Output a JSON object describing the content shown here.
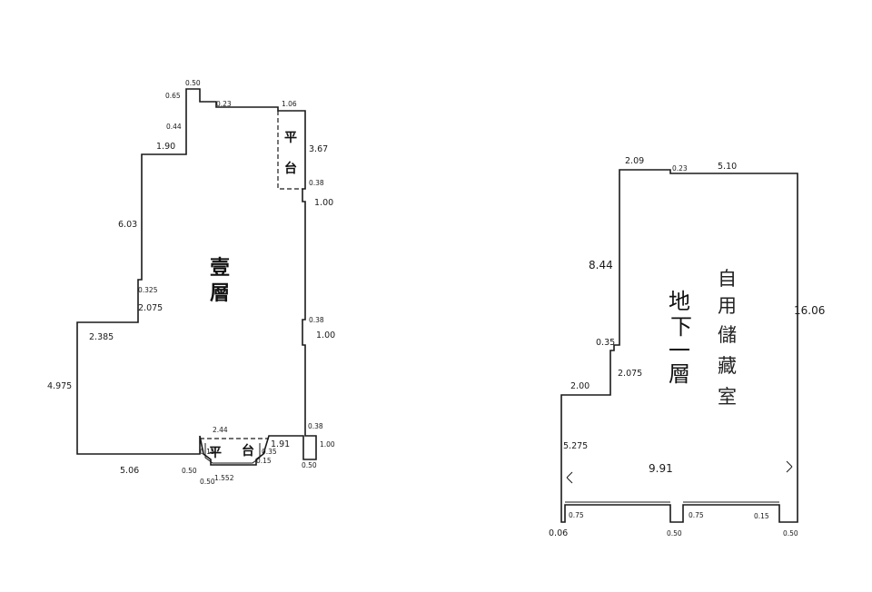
{
  "floor1": {
    "room_label": [
      "壹",
      "層"
    ],
    "platform_top": [
      "平",
      "台"
    ],
    "platform_bottom": [
      "平",
      "台"
    ],
    "dims": {
      "d050_top": "0.50",
      "d065": "0.65",
      "d023": "0.23",
      "d106": "1.06",
      "d044": "0.44",
      "d190": "1.90",
      "d367": "3.67",
      "d038_a": "0.38",
      "d100_a": "1.00",
      "d603": "6.03",
      "d0325": "0.325",
      "d2075": "2.075",
      "d038_b": "0.38",
      "d2385": "2.385",
      "d100_b": "1.00",
      "d4975": "4.975",
      "d038_c": "0.38",
      "d244": "2.44",
      "d015_a": "0.15",
      "d035": "0.35",
      "d191": "1.91",
      "d015_b": "0.15",
      "d100_c": "1.00",
      "d506": "5.06",
      "d050_bl": "0.50",
      "d050_bl2": "0.50",
      "d1552": "1.552",
      "d050_br": "0.50"
    }
  },
  "basement": {
    "room_label": [
      "地",
      "下",
      "一",
      "層"
    ],
    "sub_label": [
      "自",
      "用",
      "儲",
      "藏",
      "室"
    ],
    "dims": {
      "d209": "2.09",
      "d023": "0.23",
      "d510": "5.10",
      "d844": "8.44",
      "d1606": "16.06",
      "d035": "0.35",
      "d2075": "2.075",
      "d200": "2.00",
      "d5275": "5.275",
      "d991": "9.91",
      "d075_a": "0.75",
      "d075_b": "0.75",
      "d015": "0.15",
      "d006": "0.06",
      "d050": "0.50",
      "d050_r": "0.50"
    }
  }
}
